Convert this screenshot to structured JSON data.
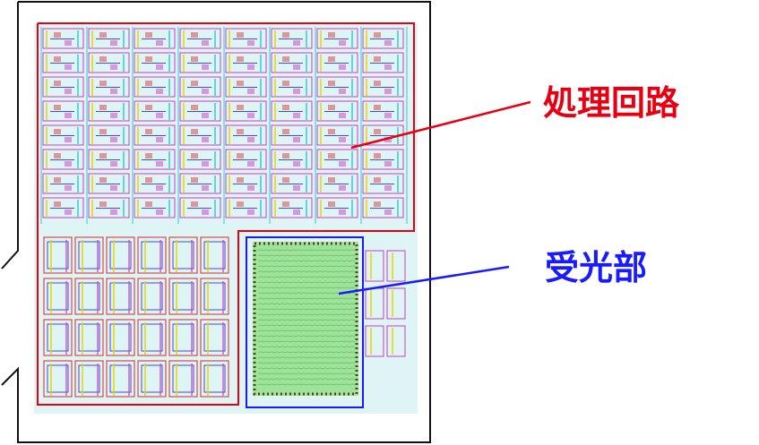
{
  "labels": {
    "processing_circuit": "処理回路",
    "photodetector": "受光部"
  },
  "colors": {
    "processing": "#e60012",
    "photodetector": "#1a1aff",
    "frame": "#111111",
    "chip_bg": "#dff5f5",
    "photo_fill": "#9ee39a",
    "photo_grid": "#3f9e3f",
    "wire_magenta": "#c83cc8",
    "wire_cyan": "#38c8d8",
    "wire_yellow": "#e8d400",
    "wire_blue": "#4848d8",
    "cell_red": "#d84a4a"
  },
  "diagram": {
    "processing_grid": {
      "columns": 8,
      "rows": 8
    },
    "lower_left_blocks": {
      "columns": 6,
      "rows": 4
    }
  }
}
